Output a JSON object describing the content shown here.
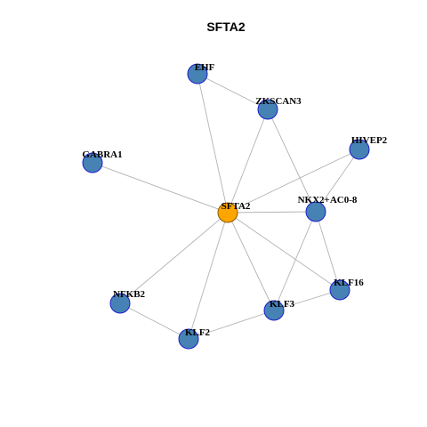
{
  "title": "SFTA2",
  "colors": {
    "node_fill": "#4682b4",
    "node_stroke": "#1e1ecf",
    "center_fill": "#ffa500",
    "center_stroke": "#8b5a00",
    "edge": "#b3b3b3"
  },
  "nodes": [
    {
      "id": "EHF",
      "label": "EHF",
      "center": false
    },
    {
      "id": "ZKSCAN3",
      "label": "ZKSCAN3",
      "center": false
    },
    {
      "id": "HIVEP2",
      "label": "HIVEP2",
      "center": false
    },
    {
      "id": "GABRA1",
      "label": "GABRA1",
      "center": false
    },
    {
      "id": "SFTA2",
      "label": "SFTA2",
      "center": true
    },
    {
      "id": "NKX2+AC0-8",
      "label": "NKX2+AC0-8",
      "center": false
    },
    {
      "id": "KLF16",
      "label": "KLF16",
      "center": false
    },
    {
      "id": "NFKB2",
      "label": "NFKB2",
      "center": false
    },
    {
      "id": "KLF3",
      "label": "KLF3",
      "center": false
    },
    {
      "id": "KLF2",
      "label": "KLF2",
      "center": false
    }
  ],
  "edges": [
    [
      "EHF",
      "ZKSCAN3"
    ],
    [
      "EHF",
      "SFTA2"
    ],
    [
      "ZKSCAN3",
      "SFTA2"
    ],
    [
      "ZKSCAN3",
      "NKX2+AC0-8"
    ],
    [
      "HIVEP2",
      "SFTA2"
    ],
    [
      "HIVEP2",
      "NKX2+AC0-8"
    ],
    [
      "GABRA1",
      "SFTA2"
    ],
    [
      "SFTA2",
      "NKX2+AC0-8"
    ],
    [
      "SFTA2",
      "KLF16"
    ],
    [
      "SFTA2",
      "NFKB2"
    ],
    [
      "SFTA2",
      "KLF3"
    ],
    [
      "SFTA2",
      "KLF2"
    ],
    [
      "NKX2+AC0-8",
      "KLF16"
    ],
    [
      "NKX2+AC0-8",
      "KLF3"
    ],
    [
      "KLF16",
      "KLF3"
    ],
    [
      "KLF3",
      "KLF2"
    ],
    [
      "NFKB2",
      "KLF2"
    ]
  ]
}
